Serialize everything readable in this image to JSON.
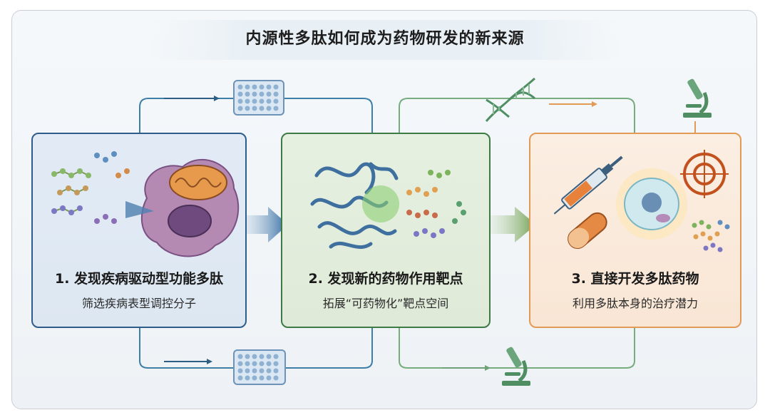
{
  "title": "内源性多肽如何成为药物研发的新来源",
  "stages": [
    {
      "title": "1. 发现疾病驱动型功能多肽",
      "subtitle": "筛选疾病表型调控分子"
    },
    {
      "title": "2. 发现新的药物作用靶点",
      "subtitle": "拓展“可药物化”靶点空间"
    },
    {
      "title": "3. 直接开发多肽药物",
      "subtitle": "利用多肽本身的治疗潜力"
    }
  ],
  "colors": {
    "blue": "#2f5d8a",
    "green": "#3e7a45",
    "orange": "#e39a55"
  }
}
